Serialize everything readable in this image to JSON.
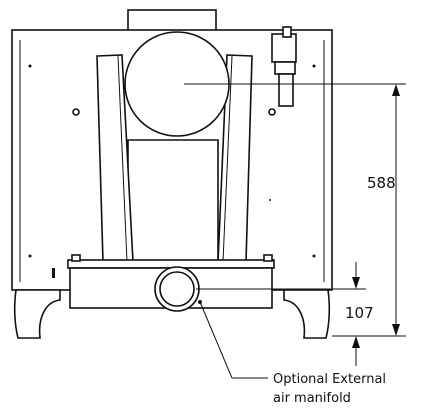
{
  "diagram": {
    "dimensions": {
      "height_to_flue_center": "588",
      "height_to_manifold": "107"
    },
    "callout": {
      "line1": "Optional External",
      "line2": "air manifold"
    }
  }
}
